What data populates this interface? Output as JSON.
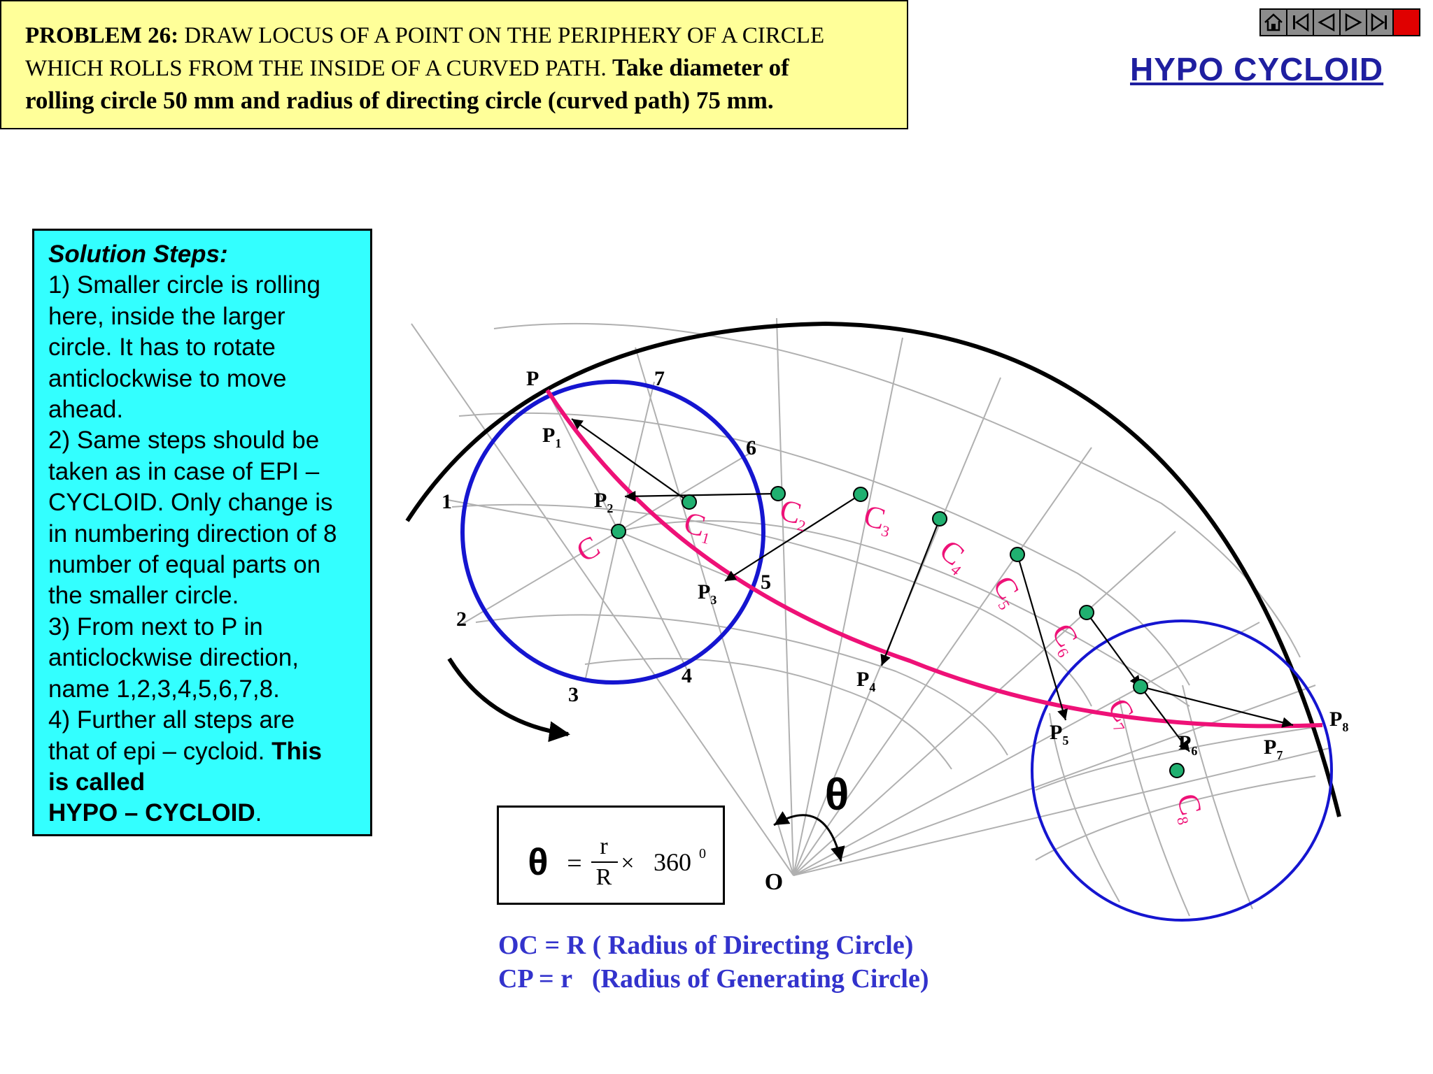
{
  "problem": {
    "heading": "PROBLEM 26:",
    "line1": "DRAW LOCUS OF A POINT ON THE PERIPHERY OF A CIRCLE",
    "line2": "WHICH ROLLS FROM THE INSIDE OF A CURVED PATH.",
    "line2_bold": "Take diameter of",
    "line3": "rolling circle 50 mm and radius of directing circle (curved path) 75 mm."
  },
  "title": "HYPO CYCLOID",
  "nav": {
    "buttons": [
      "home-icon",
      "first-icon",
      "previous-icon",
      "next-icon",
      "last-icon",
      "exit-icon"
    ],
    "exit_color": "#e00000"
  },
  "steps": {
    "heading": "Solution Steps:",
    "lines": [
      "1)  Smaller circle is rolling",
      "here, inside the larger",
      "circle. It has to rotate",
      "anticlockwise to move",
      "ahead.",
      "2)  Same steps should be",
      "taken as in case of EPI –",
      "CYCLOID. Only change is",
      "in numbering direction of 8",
      "number of equal parts on",
      "the smaller circle.",
      "3)  From next to P in",
      "anticlockwise direction,",
      "name 1,2,3,4,5,6,7,8.",
      "4)  Further all steps are"
    ],
    "line15_normal": "that of epi – cycloid.",
    "line15_bold": "This",
    "line16": "is called",
    "line17_bold": "HYPO – CYCLOID",
    "line17_end": "."
  },
  "formula": {
    "lhs_symbol": "θ",
    "equals": "=",
    "numerator": "r",
    "denominator": "R",
    "times": "×",
    "value": "360",
    "degree_mark": "0"
  },
  "legend": {
    "line1": "OC = R ( Radius of Directing Circle)",
    "line2": "CP = r   (Radius of Generating Circle)"
  },
  "diagram": {
    "center_label": "O",
    "theta_label": "θ",
    "start_label": "P",
    "division_labels": [
      "1",
      "2",
      "3",
      "4",
      "5",
      "6",
      "7"
    ],
    "point_labels": [
      {
        "main": "P",
        "sub": "1"
      },
      {
        "main": "P",
        "sub": "2"
      },
      {
        "main": "P",
        "sub": "3"
      },
      {
        "main": "P",
        "sub": "4"
      },
      {
        "main": "P",
        "sub": "5"
      },
      {
        "main": "P",
        "sub": "6"
      },
      {
        "main": "P",
        "sub": "7"
      },
      {
        "main": "P",
        "sub": "8"
      }
    ],
    "center_labels": [
      {
        "main": "C",
        "sub": ""
      },
      {
        "main": "C",
        "sub": "1"
      },
      {
        "main": "C",
        "sub": "2"
      },
      {
        "main": "C",
        "sub": "3"
      },
      {
        "main": "C",
        "sub": "4"
      },
      {
        "main": "C",
        "sub": "5"
      },
      {
        "main": "C",
        "sub": "6"
      },
      {
        "main": "C",
        "sub": "7"
      },
      {
        "main": "C",
        "sub": "8"
      }
    ],
    "colors": {
      "directing_circle": "#000000",
      "rolling_circle": "#1515d0",
      "locus": "#ee1177",
      "center_dot": "#20b070",
      "construction": "#b0b0b0",
      "label_pink": "#ee1177"
    }
  }
}
